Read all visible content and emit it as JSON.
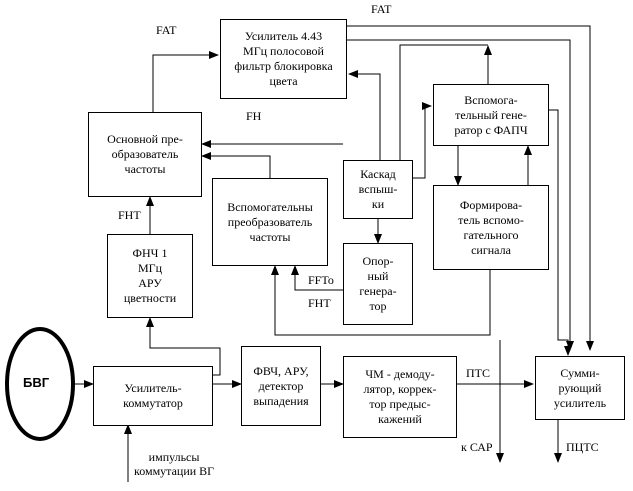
{
  "blocks": {
    "bvg": "БВГ",
    "amp_switch": "Усилитель-\nкоммутатор",
    "lpf": "ФНЧ 1\nМГц\nАРУ\nцветности",
    "main_conv": "Основной пре-\nобразователь\nчастоты",
    "amp443": "Усилитель 4.43\nМГц полосовой\nфильтр блокировка\nцвета",
    "aux_conv": "Вспомогательны\nпреобразователь\nчастоты",
    "burst": "Каскад\nвспыш-\nки",
    "ref_gen": "Опор-\nный\nгенера-\nтор",
    "aux_gen": "Вспомога-\nтельный гене-\nратор с ФАПЧ",
    "aux_former": "Формирова-\nтель вспомо-\nгательного\nсигнала",
    "hpf": "ФВЧ, АРУ,\nдетектор\nвыпадения",
    "fm_demod": "ЧМ - демоду-\nлятор, коррек-\nтор предыс-\nкажений",
    "summing": "Сумми-\nрующий\nусилитель"
  },
  "labels": {
    "fat_left": "FAT",
    "fat_top": "FAT",
    "fh": "FH",
    "fht_left": "FHT",
    "ffto": "FFTo",
    "fht_bottom": "FHT",
    "pts": "ПТС",
    "k_sar": "к САР",
    "ptss": "ПЦТС",
    "pulses": "импульсы\nкоммутации ВГ"
  }
}
